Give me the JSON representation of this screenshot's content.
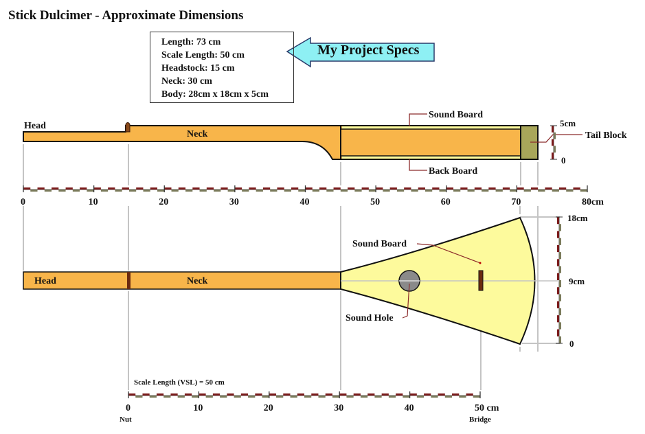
{
  "title": "Stick Dulcimer - Approximate Dimensions",
  "specs": {
    "lines": [
      "Length: 73 cm",
      "Scale Length: 50 cm",
      "Headstock: 15 cm",
      "Neck: 30 cm",
      "Body: 28cm x 18cm x 5cm"
    ],
    "callout": "My Project Specs"
  },
  "side_view": {
    "head": "Head",
    "neck": "Neck",
    "sound_board": "Sound Board",
    "back_board": "Back Board",
    "tail_block": "Tail Block",
    "height_top": "5cm",
    "height_bottom": "0"
  },
  "top_view": {
    "head": "Head",
    "neck": "Neck",
    "sound_board": "Sound Board",
    "sound_hole": "Sound Hole",
    "width_top": "18cm",
    "width_mid": "9cm",
    "width_bottom": "0"
  },
  "ruler_total": {
    "ticks": [
      "0",
      "10",
      "20",
      "30",
      "40",
      "50",
      "60",
      "70",
      "80cm"
    ]
  },
  "ruler_scale": {
    "caption": "Scale Length (VSL) = 50 cm",
    "ticks": [
      "0",
      "10",
      "20",
      "30",
      "40",
      "50 cm"
    ],
    "start_label": "Nut",
    "end_label": "Bridge"
  },
  "colors": {
    "wood": "#f8b54a",
    "soundboard": "#fdfa9c",
    "tail": "#a8a65a",
    "callout": "#8ef0f4",
    "bridge": "#6b2a10",
    "hole": "#8a8a8a"
  }
}
